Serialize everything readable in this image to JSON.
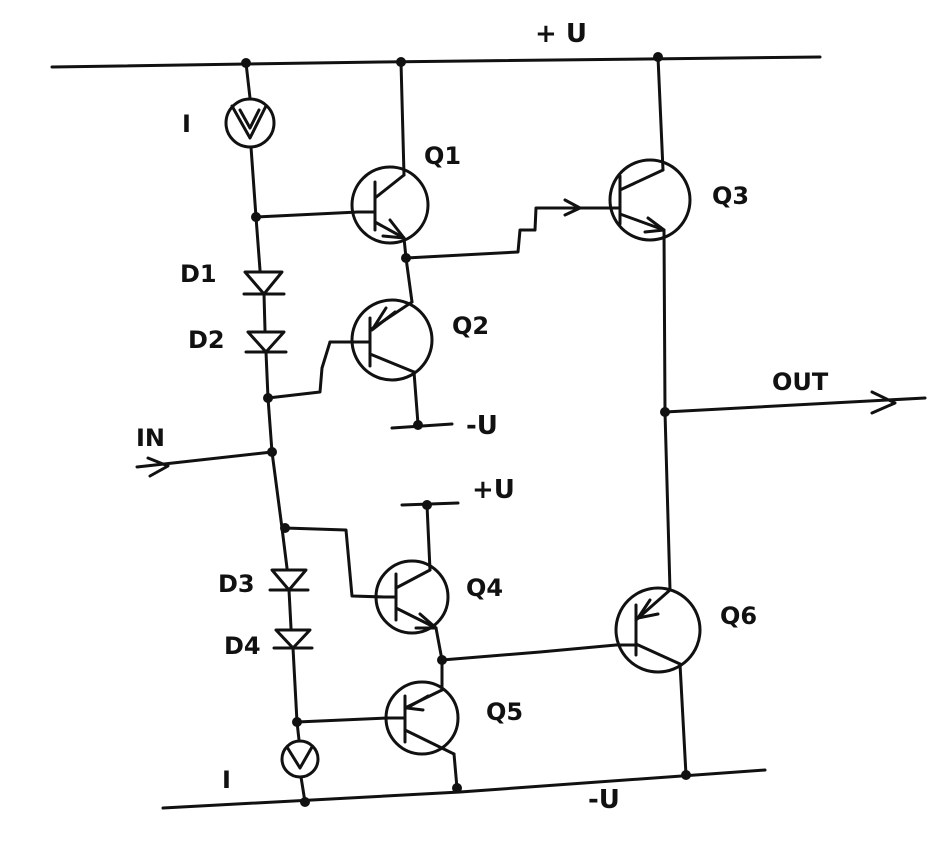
{
  "rails": {
    "top": "+ U",
    "bottom": "-U",
    "q2_emitter": "-U",
    "q4_collector": "+U"
  },
  "sources": {
    "top": "I",
    "bottom": "I"
  },
  "diodes": [
    "D1",
    "D2",
    "D3",
    "D4"
  ],
  "transistors": [
    "Q1",
    "Q2",
    "Q3",
    "Q4",
    "Q5",
    "Q6"
  ],
  "ports": {
    "input": "IN",
    "output": "OUT"
  }
}
